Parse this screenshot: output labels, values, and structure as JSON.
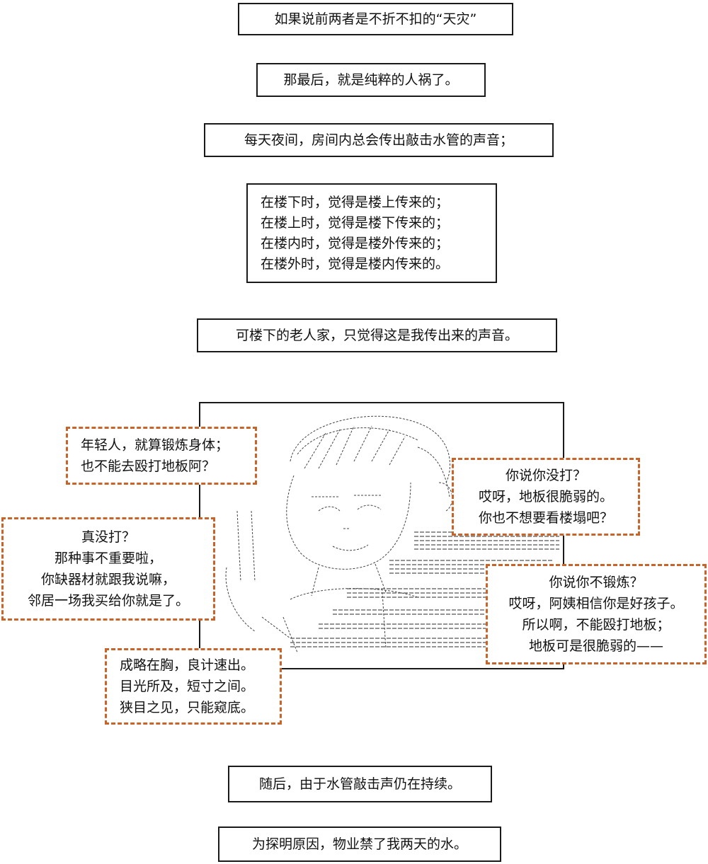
{
  "captions": {
    "c1": [
      "如果说前两者是不折不扣的“天灾”"
    ],
    "c2": [
      "那最后，就是纯粹的人祸了。"
    ],
    "c3": [
      "每天夜间，房间内总会传出敲击水管的声音；"
    ],
    "c4": [
      "在楼下时，觉得是楼上传来的；",
      "在楼上时，觉得是楼下传来的；",
      "在楼内时，觉得是楼外传来的；",
      "在楼外时，觉得是楼内传来的。"
    ],
    "c5": [
      "可楼下的老人家，只觉得这是我传出来的声音。"
    ],
    "c6": [
      "随后，由于水管敲击声仍在持续。"
    ],
    "c7": [
      "为探明原因，物业禁了我两天的水。"
    ]
  },
  "bubbles": {
    "b1": [
      "年轻人，就算锻炼身体；",
      "也不能去殴打地板阿？"
    ],
    "b2": [
      "真没打？",
      "那种事不重要啦，",
      "你缺器材就跟我说嘛，",
      "邻居一场我买给你就是了。"
    ],
    "b3": [
      "成略在胸，良计速出。",
      "目光所及，短寸之间。",
      "狭目之见，只能窥底。"
    ],
    "b4": [
      "你说你没打？",
      "哎呀，地板很脆弱的。",
      "你也不想要看楼塌吧？"
    ],
    "b5": [
      "你说你不锻炼？",
      "哎呀，阿姨相信你是好孩子。",
      "所以啊，不能殴打地板；",
      "地板可是很脆弱的——"
    ]
  },
  "colors": {
    "bubble_border": "#c8642a",
    "box_border": "#1a1a1a"
  },
  "art": {
    "icon": "ascii-art-character-icon"
  }
}
